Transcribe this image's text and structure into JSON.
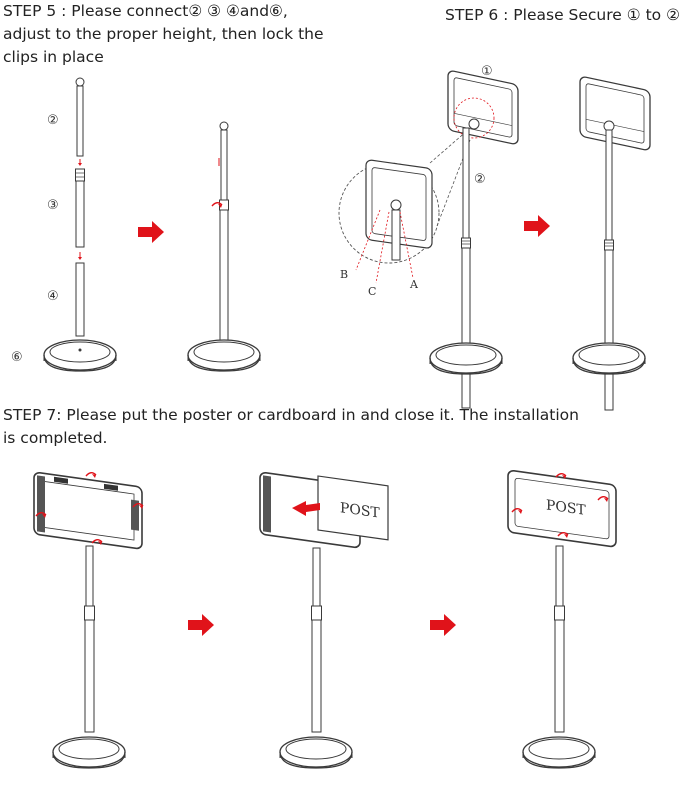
{
  "step5": {
    "lines": [
      "STEP 5 : Please connect② ③ ④and⑥,",
      "adjust to the proper height, then lock the",
      "clips in place"
    ],
    "part_labels": [
      "②",
      "③",
      "④",
      "⑥"
    ]
  },
  "step6": {
    "title": "STEP 6 : Please Secure ① to ②",
    "part_labels": [
      "①",
      "②"
    ],
    "detail_labels": [
      "B",
      "C",
      "A"
    ]
  },
  "step7": {
    "lines": [
      "STEP 7: Please put the poster or cardboard in and close it. The installation",
      "is completed."
    ],
    "poster_text_1": "POST",
    "poster_text_2": "POST"
  },
  "colors": {
    "arrow": "#e0131a",
    "line": "#3a3a3a"
  }
}
